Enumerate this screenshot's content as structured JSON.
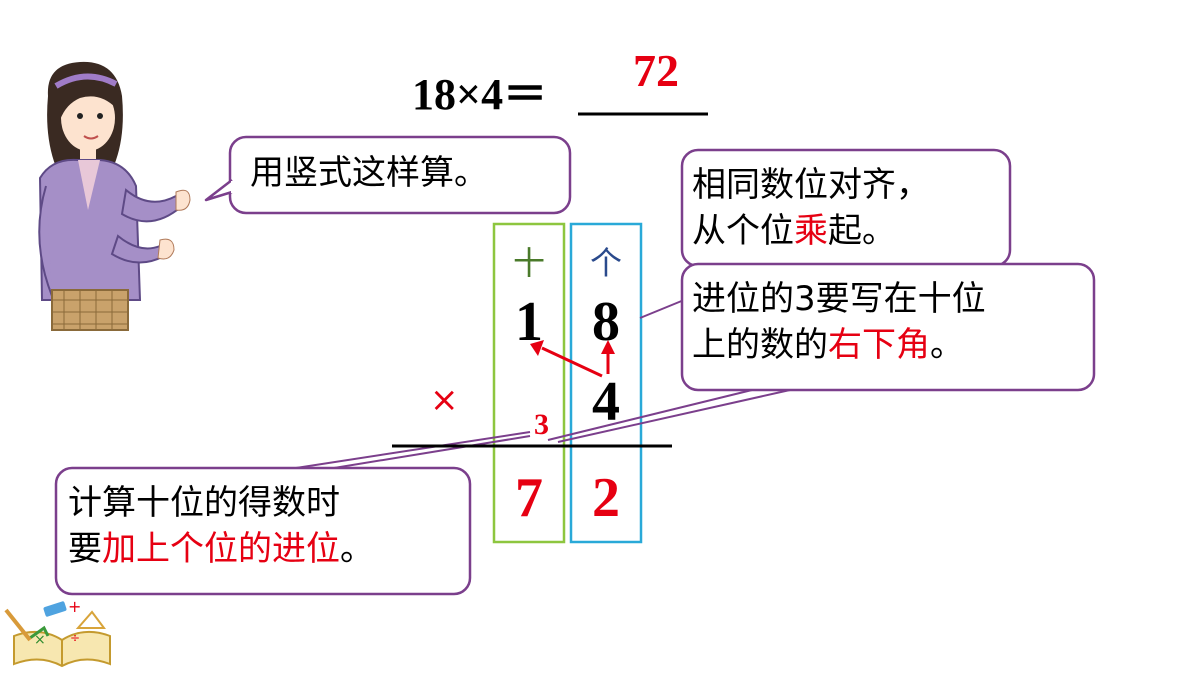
{
  "equation": {
    "expression": "18×4＝",
    "answer": "72"
  },
  "teacher_bubble": {
    "text": "用竖式这样算。"
  },
  "align_bubble": {
    "line1": "相同数位对齐，",
    "line2_a": "从个位",
    "line2_b": "乘",
    "line2_c": "起。"
  },
  "carry_bubble": {
    "line1": "进位的3要写在十位",
    "line2_a": "上的数的",
    "line2_b": "右下角",
    "line2_c": "。"
  },
  "tens_bubble": {
    "line1": "计算十位的得数时",
    "line2_a": "要",
    "line2_b": "加上个位的进位",
    "line2_c": "。"
  },
  "vertical": {
    "tens_header": "十",
    "ones_header": "个",
    "top_tens": "1",
    "top_ones": "8",
    "multiplier": "4",
    "times_sign": "×",
    "carry": "3",
    "result_tens": "7",
    "result_ones": "2"
  },
  "colors": {
    "accent_red": "#e60012",
    "bubble_border": "#7b3f8c",
    "tens_column": "#8dc63f",
    "ones_column": "#29a9d8",
    "tens_header": "#4a7a2a",
    "ones_header": "#2a4a8c"
  }
}
